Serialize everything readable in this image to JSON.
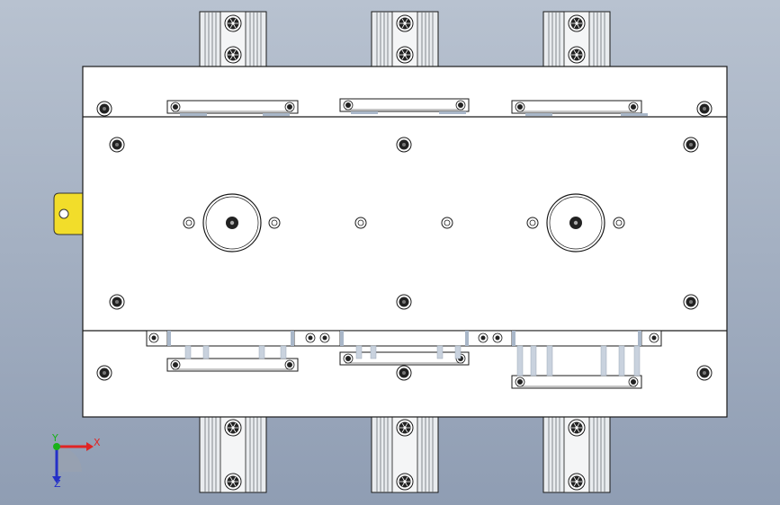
{
  "viewport": {
    "background_top": "#b8c2d0",
    "background_bottom": "#8f9db3",
    "part_fill": "#ffffff",
    "line_color": "#1a1a1a",
    "block_fill": "#e9ecef",
    "slot_fill": "#a9b7c9",
    "tab_color": "#f2dd2a"
  },
  "triad": {
    "x_label": "X",
    "y_label": "Y",
    "z_label": "Z",
    "x_color": "#e02424",
    "y_color": "#19b219",
    "z_color": "#2430c8"
  },
  "icons": {
    "orientation_triad": "axis-triad-icon",
    "location_tab": "yellow-tab-icon"
  }
}
